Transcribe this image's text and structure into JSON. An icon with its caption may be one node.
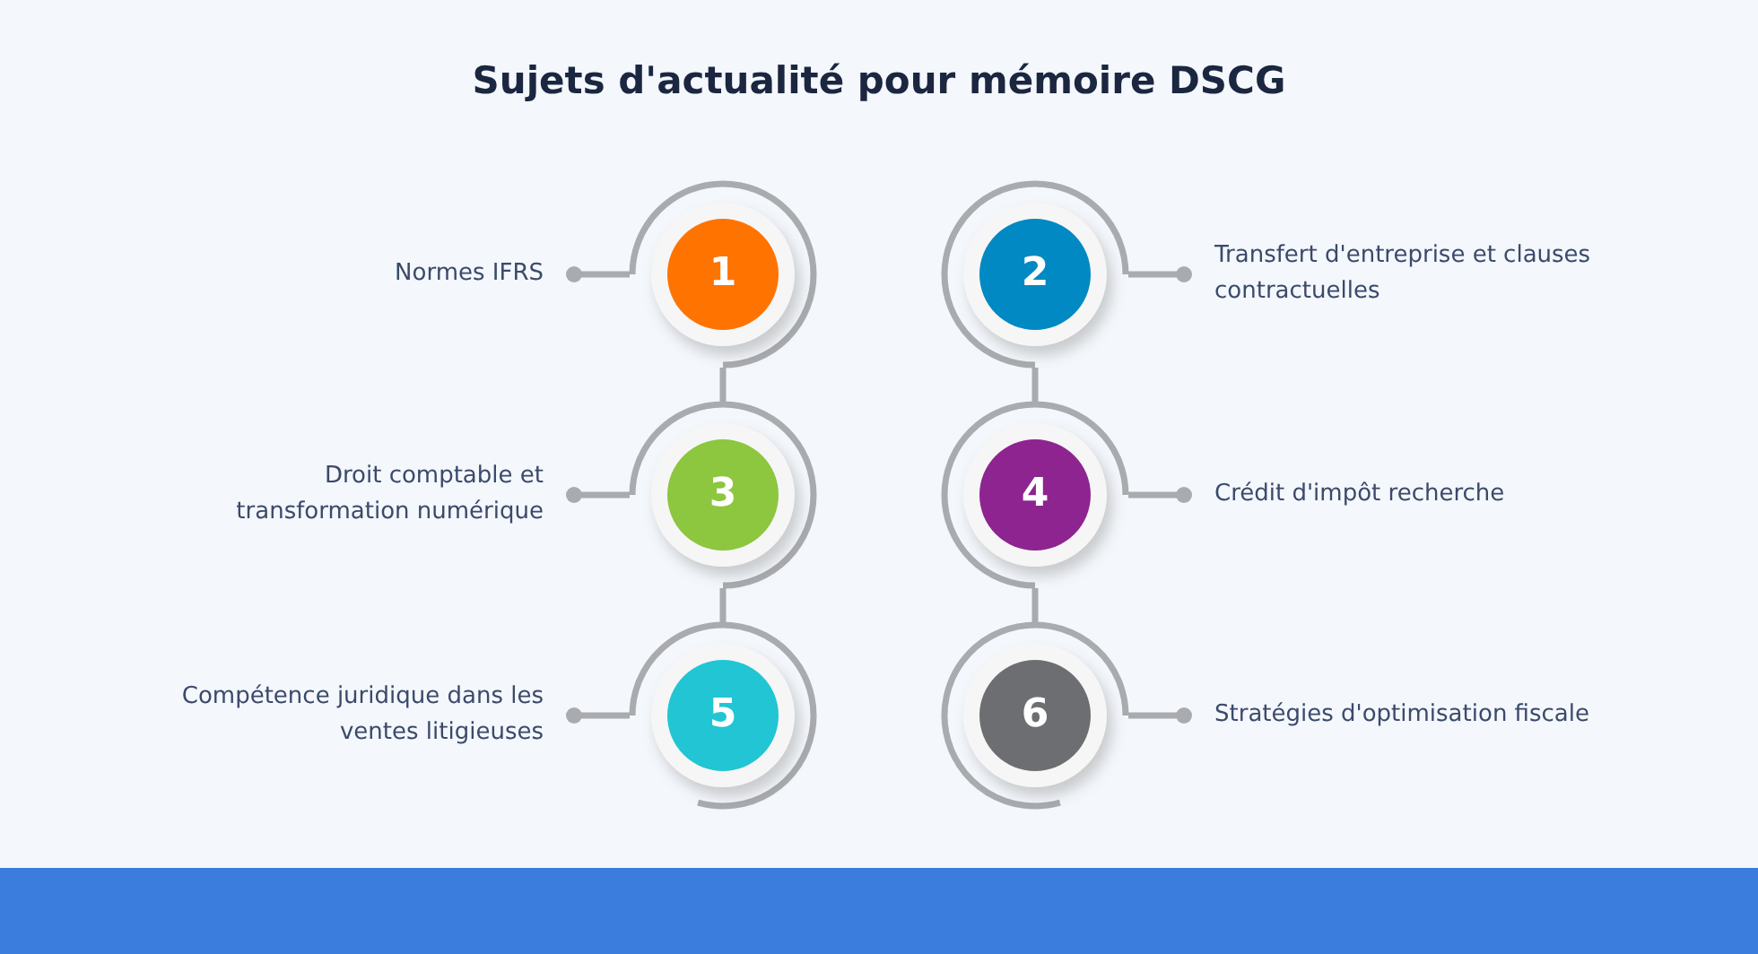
{
  "diagram": {
    "title": "Sujets d'actualité pour mémoire DSCG",
    "nodes": [
      {
        "text": [
          "Normes IFRS"
        ]
      },
      {
        "text": [
          "1"
        ]
      },
      {
        "text": [
          "2"
        ]
      },
      {
        "text": [
          "Transfert d'entreprise et clauses contractuelles"
        ]
      },
      {
        "text": [
          "Droit comptable et transformation numérique"
        ]
      },
      {
        "text": [
          "3"
        ]
      },
      {
        "text": [
          "4"
        ]
      },
      {
        "text": [
          "Crédit d'impôt recherche"
        ]
      },
      {
        "text": [
          "Compétence juridique dans les ventes litigieuses"
        ]
      },
      {
        "text": [
          "5"
        ]
      },
      {
        "text": [
          "6"
        ]
      },
      {
        "text": [
          "Stratégies d'optimisation fiscale"
        ]
      }
    ],
    "edges": [
      {
        "from": 1,
        "to": 0,
        "arrow": "other"
      },
      {
        "from": 2,
        "to": 3,
        "arrow": "other"
      },
      {
        "from": 5,
        "to": 4,
        "arrow": "other"
      },
      {
        "from": 6,
        "to": 7,
        "arrow": "other"
      },
      {
        "from": 9,
        "to": 8,
        "arrow": "other"
      },
      {
        "from": 10,
        "to": 11,
        "arrow": "other"
      },
      {
        "from": 1,
        "to": 5,
        "arrow": "none"
      },
      {
        "from": 5,
        "to": 9,
        "arrow": "none"
      },
      {
        "from": 2,
        "to": 6,
        "arrow": "none"
      },
      {
        "from": 6,
        "to": 10,
        "arrow": "none"
      }
    ]
  }
}
